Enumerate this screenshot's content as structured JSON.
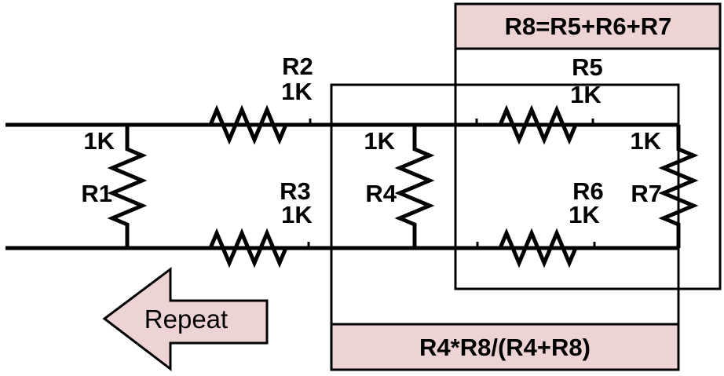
{
  "colors": {
    "highlight": "#EED3D5",
    "line": "#000000",
    "background": "#FFFFFF"
  },
  "resistors": [
    {
      "name": "R1",
      "value": "1K"
    },
    {
      "name": "R2",
      "value": "1K"
    },
    {
      "name": "R3",
      "value": "1K"
    },
    {
      "name": "R4",
      "value": "1K"
    },
    {
      "name": "R5",
      "value": "1K"
    },
    {
      "name": "R6",
      "value": "1K"
    },
    {
      "name": "R7",
      "value": "1K"
    }
  ],
  "annotations": {
    "series_formula": "R8=R5+R6+R7",
    "parallel_formula": "R4*R8/(R4+R8)",
    "repeat": "Repeat"
  }
}
